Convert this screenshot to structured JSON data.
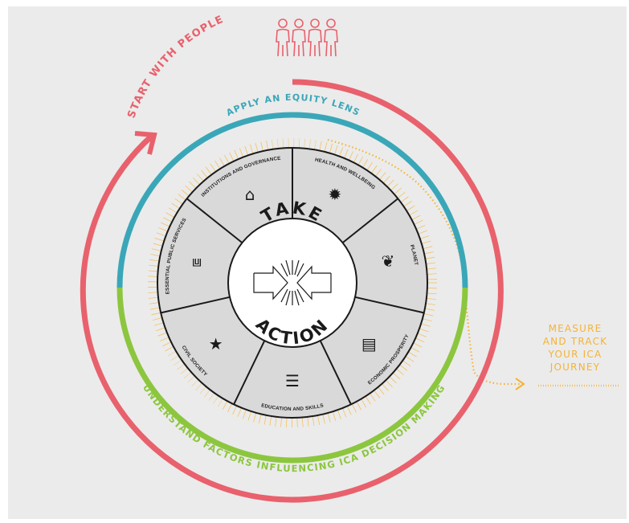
{
  "colors": {
    "background": "#ebebeb",
    "people_ring": "#e8616c",
    "equity_ring": "#3aa7b8",
    "factors_ring": "#8cc63f",
    "measure": "#f5b335",
    "segment_fill": "#d9d9d9",
    "center_fill": "#ffffff",
    "lines": "#1a1a1a"
  },
  "rings": {
    "outer": "START WITH PEOPLE",
    "equity": "APPLY AN EQUITY LENS",
    "factors": "UNDERSTAND FACTORS INFLUENCING ICA DECISION MAKING"
  },
  "center": {
    "top": "TAKE",
    "bottom": "ACTION",
    "icon": "converging-arrows-icon"
  },
  "segments": [
    {
      "label": "HEALTH AND WELLBEING",
      "icon": "sun-icon"
    },
    {
      "label": "PLANET",
      "icon": "leaf-icon"
    },
    {
      "label": "ECONOMIC PROSPERITY",
      "icon": "money-icon"
    },
    {
      "label": "EDUCATION AND SKILLS",
      "icon": "books-icon"
    },
    {
      "label": "CIVIL SOCIETY",
      "icon": "star-people-icon"
    },
    {
      "label": "ESSENTIAL PUBLIC SERVICES",
      "icon": "faucet-icon"
    },
    {
      "label": "INSTITUTIONS AND GOVERNANCE",
      "icon": "government-building-icon"
    }
  ],
  "measure": {
    "lines": [
      "MEASURE",
      "AND TRACK",
      "YOUR ICA",
      "JOURNEY"
    ]
  },
  "people": {
    "count": 4,
    "icon": "people-icon"
  }
}
